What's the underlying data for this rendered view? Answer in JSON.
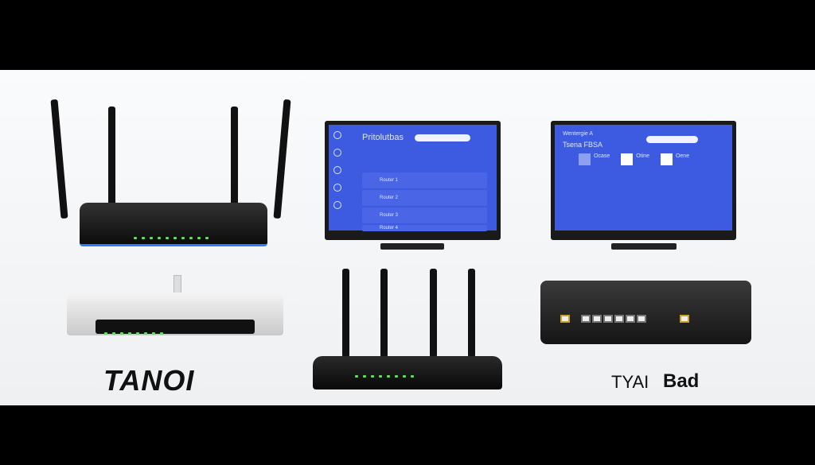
{
  "monitor_left": {
    "title": "Pritolutbas",
    "search_placeholder": "",
    "rows": [
      "Router 1",
      "Router 2",
      "Router 3",
      "Router 4"
    ]
  },
  "monitor_right": {
    "title": "Wentergie A",
    "subtitle": "Tsena FBSA",
    "tiles": [
      "Ocase",
      "Otine",
      "Oene"
    ]
  },
  "brands": {
    "left": "TANOI",
    "right_a": "TYAI",
    "right_b": "Bad"
  },
  "colors": {
    "screen": "#3d5be0",
    "led": "#5ee05a",
    "accent_blue": "#2f7bff"
  }
}
